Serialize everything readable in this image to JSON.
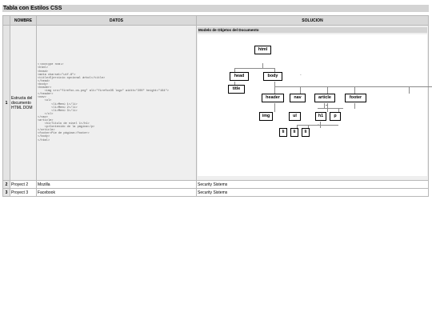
{
  "page_title": "Tabla con Estilos CSS",
  "headers": {
    "c1": "",
    "c2": "NOMBRE",
    "c3": "DATOS",
    "c4": "SOLUCION"
  },
  "rows": [
    {
      "num": "1",
      "name": "Estructa del documento HTML DOM",
      "data_code": "<!doctype html>\n<html>\n<head>\n<meta charset=\"utf-8\">\n<title>Ejercicio opcional árbol</title>\n</head>\n<body>\n<header>\n    <img src=\"firefox-os.png\" alt=\"firefoxOS logo\" width=\"200\" height=\"164\">\n</header>\n<nav>\n    <ul>\n        <li>Menú 1</li>\n        <li>Menú 2</li>\n        <li>Menú 3</li>\n    </ul>\n</nav>\n<article>\n    <h1>Título de nivel 1</h1>\n    <p>Contenido de la página</p>\n</article>\n<footer>Pie de página</footer>\n</body>\n</html>",
      "solution_title": "Modelo de Objetos del Documento"
    },
    {
      "num": "2",
      "name": "Proyect 2",
      "data": "Mozilla",
      "solution": "Security Sistems"
    },
    {
      "num": "3",
      "name": "Proyect 3",
      "data": "Facebook",
      "solution": "Security Sistems"
    }
  ],
  "dom_tree": {
    "html": "html",
    "head": "head",
    "body": "body",
    "title": "title",
    "header": "header",
    "nav": "nav",
    "article": "article",
    "footer": "footer",
    "img": "img",
    "ul": "ul",
    "h1": "h1",
    "p": "p",
    "li1": "li",
    "li2": "li",
    "li3": "li",
    "mark1": "-",
    "mark2": "-"
  }
}
